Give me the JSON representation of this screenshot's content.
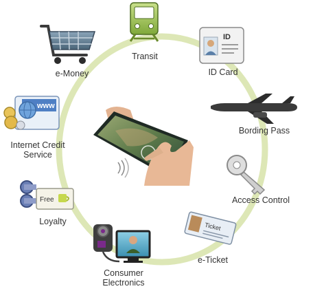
{
  "diagram": {
    "ring_color": "#dde7b6",
    "items": [
      {
        "id": "transit",
        "label": "Transit",
        "icon": "train-icon"
      },
      {
        "id": "id-card",
        "label": "ID Card",
        "icon": "id-card-icon"
      },
      {
        "id": "boarding-pass",
        "label": "Bording Pass",
        "icon": "airplane-icon"
      },
      {
        "id": "access-control",
        "label": "Access Control",
        "icon": "key-icon"
      },
      {
        "id": "e-ticket",
        "label": "e-Ticket",
        "icon": "ticket-icon"
      },
      {
        "id": "consumer-electronics",
        "label_lines": [
          "Consumer",
          "Electronics"
        ],
        "icon": "camera-monitor-icon"
      },
      {
        "id": "loyalty",
        "label": "Loyalty",
        "icon": "loyalty-card-icon"
      },
      {
        "id": "internet-credit-service",
        "label_lines": [
          "Internet Credit",
          "Service"
        ],
        "icon": "www-coins-icon"
      },
      {
        "id": "e-money",
        "label": "e-Money",
        "icon": "shopping-cart-icon"
      }
    ],
    "icon_text": {
      "id_card": "ID",
      "www": "www",
      "free": "Free",
      "ticket": "Ticket"
    },
    "center": {
      "icon": "tablet-in-hand-icon",
      "wave_icon": "nfc-wave-icon"
    }
  }
}
